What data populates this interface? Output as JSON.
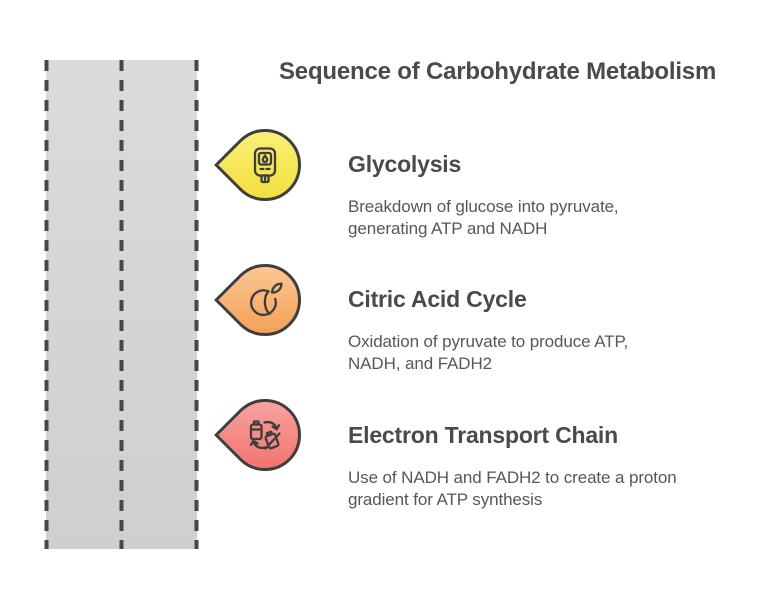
{
  "title": "Sequence of Carbohydrate Metabolism",
  "steps": [
    {
      "heading": "Glycolysis",
      "description": "Breakdown of glucose into pyruvate,\ngenerating ATP and NADH",
      "icon": "glucose-meter-icon",
      "pin_color_top": "#FBF382",
      "pin_color_bottom": "#F1DC33"
    },
    {
      "heading": "Citric Acid Cycle",
      "description": "Oxidation of pyruvate to produce ATP,\nNADH, and FADH2",
      "icon": "peach-fruit-icon",
      "pin_color_top": "#FBCFA0",
      "pin_color_bottom": "#F3994B"
    },
    {
      "heading": "Electron Transport Chain",
      "description": "Use of NADH and FADH2 to create a proton\ngradient for ATP synthesis",
      "icon": "battery-recycle-icon",
      "pin_color_top": "#FAABA6",
      "pin_color_bottom": "#F06B68"
    }
  ],
  "road": {
    "fill_top": "#DBDBDB",
    "fill_bottom": "#CFCFCF",
    "dash_color": "#474747"
  },
  "text_colors": {
    "title": "#4A4A4A",
    "heading": "#4A4A4A",
    "body": "#575757"
  }
}
